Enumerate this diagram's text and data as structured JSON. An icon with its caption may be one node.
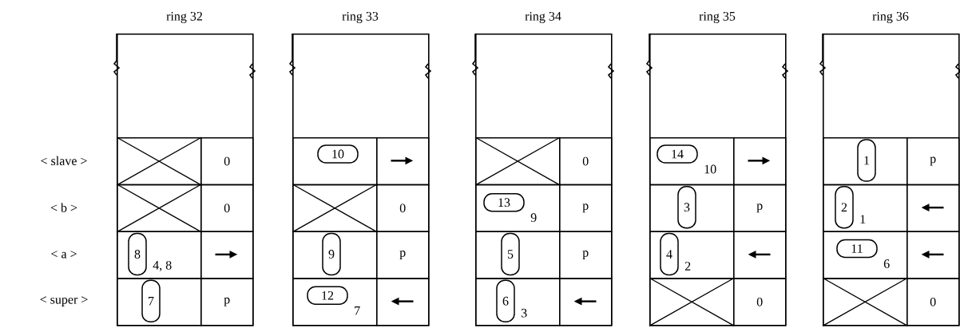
{
  "diagram": {
    "nodes": [
      {
        "text": [
          "ring 32"
        ]
      },
      {
        "text": [],
        "shape": "box",
        "in": 0
      },
      {
        "text": [
          "0"
        ],
        "in": 0
      },
      {
        "text": [],
        "shape": "box",
        "in": 0
      },
      {
        "text": [
          "0"
        ],
        "in": 0
      },
      {
        "text": [],
        "shape": "box",
        "in": 0
      },
      {
        "text": [
          "8"
        ],
        "in": 5,
        "beside": [
          "4, 8"
        ]
      },
      {
        "text": [],
        "shape": "box",
        "in": 0
      },
      {
        "text": [],
        "shape": "box",
        "in": 0
      },
      {
        "text": [
          "7"
        ],
        "in": 8
      },
      {
        "text": [
          "p"
        ],
        "in": 0
      },
      {
        "text": [
          "ring 33"
        ]
      },
      {
        "text": [],
        "shape": "box",
        "in": 11
      },
      {
        "text": [
          "10"
        ],
        "in": 12
      },
      {
        "text": [],
        "shape": "box",
        "in": 11
      },
      {
        "text": [],
        "shape": "box",
        "in": 11
      },
      {
        "text": [
          "0"
        ],
        "in": 11
      },
      {
        "text": [],
        "shape": "box",
        "in": 11
      },
      {
        "text": [
          "9"
        ],
        "in": 17
      },
      {
        "text": [
          "p"
        ],
        "in": 11
      },
      {
        "text": [],
        "shape": "box",
        "in": 11
      },
      {
        "text": [
          "12"
        ],
        "in": 20,
        "beside": [
          "7"
        ]
      },
      {
        "text": [],
        "shape": "box",
        "in": 11
      },
      {
        "text": [
          "ring 34"
        ]
      },
      {
        "text": [],
        "shape": "box",
        "in": 23
      },
      {
        "text": [
          "0"
        ],
        "in": 23
      },
      {
        "text": [],
        "shape": "box",
        "in": 23
      },
      {
        "text": [
          "13"
        ],
        "in": 26,
        "beside": [
          "9"
        ]
      },
      {
        "text": [
          "p"
        ],
        "in": 23
      },
      {
        "text": [],
        "shape": "box",
        "in": 23
      },
      {
        "text": [
          "5"
        ],
        "in": 29
      },
      {
        "text": [
          "p"
        ],
        "in": 23
      },
      {
        "text": [],
        "shape": "box",
        "in": 23
      },
      {
        "text": [
          "6"
        ],
        "in": 32,
        "beside": [
          "3"
        ]
      },
      {
        "text": [],
        "shape": "box",
        "in": 23
      },
      {
        "text": [
          "ring 35"
        ]
      },
      {
        "text": [],
        "shape": "box",
        "in": 35
      },
      {
        "text": [
          "14"
        ],
        "in": 36,
        "beside": [
          "10"
        ]
      },
      {
        "text": [],
        "shape": "box",
        "in": 35
      },
      {
        "text": [],
        "shape": "box",
        "in": 35
      },
      {
        "text": [
          "3"
        ],
        "in": 39
      },
      {
        "text": [
          "p"
        ],
        "in": 35
      },
      {
        "text": [],
        "shape": "box",
        "in": 35
      },
      {
        "text": [
          "4"
        ],
        "in": 42,
        "beside": [
          "2"
        ]
      },
      {
        "text": [],
        "shape": "box",
        "in": 35
      },
      {
        "text": [],
        "shape": "box",
        "in": 35
      },
      {
        "text": [
          "0"
        ],
        "in": 35
      },
      {
        "text": [
          "ring 36"
        ]
      },
      {
        "text": [],
        "shape": "box",
        "in": 47
      },
      {
        "text": [
          "1"
        ],
        "in": 48
      },
      {
        "text": [
          "p"
        ],
        "in": 47
      },
      {
        "text": [],
        "shape": "box",
        "in": 47
      },
      {
        "text": [
          "2"
        ],
        "in": 51,
        "beside": [
          "1"
        ]
      },
      {
        "text": [],
        "shape": "box",
        "in": 47
      },
      {
        "text": [],
        "shape": "box",
        "in": 47
      },
      {
        "text": [
          "11"
        ],
        "in": 54,
        "beside": [
          "6"
        ]
      },
      {
        "text": [],
        "shape": "box",
        "in": 47
      },
      {
        "text": [],
        "shape": "box",
        "in": 47
      },
      {
        "text": [
          "0"
        ],
        "in": 47
      }
    ],
    "labels": [
      "< slave >",
      "< b >",
      "< a >",
      "< super >"
    ]
  }
}
